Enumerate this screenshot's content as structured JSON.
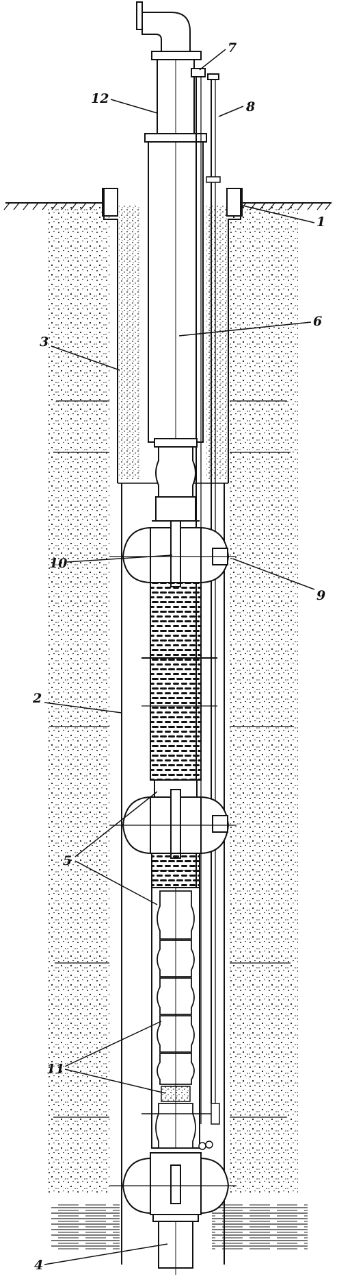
{
  "labels": {
    "l1": "1",
    "l2": "2",
    "l3": "3",
    "l4": "4",
    "l5": "5",
    "l6": "6",
    "l7": "7",
    "l8": "8",
    "l9": "9",
    "l10": "10",
    "l11": "11",
    "l12": "12"
  },
  "colors": {
    "ink": "#111111",
    "paper": "#ffffff",
    "water": "#222222"
  }
}
